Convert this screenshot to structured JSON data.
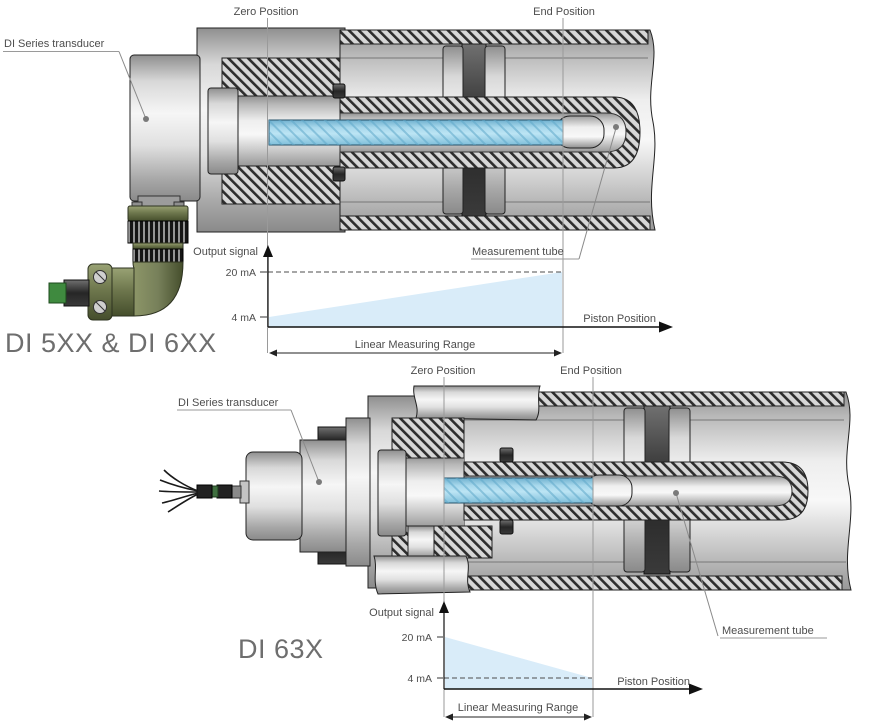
{
  "colors": {
    "label_text": "#4d4d4d",
    "title_text": "#6e6e6e",
    "axis": "#111111",
    "reference_line": "#9a9a9a",
    "graph_fill": "#d9ecf9",
    "measurement_tube_blue": "#8cc6e0",
    "hatch_background": "#d7d7d7",
    "hatch_line": "#2d2d2d",
    "connector_olive": "#6f784e",
    "connector_tip_green": "#3f8a3f",
    "metal_light": "#f2f2f2",
    "metal_dark": "#8a8a8a"
  },
  "top": {
    "title": "DI 5XX & DI 6XX",
    "labels": {
      "transducer": "DI Series transducer",
      "zero": "Zero Position",
      "end": "End Position",
      "tube": "Measurement tube"
    },
    "graph": {
      "y_axis": "Output signal",
      "y_max": "20 mA",
      "y_min": "4 mA",
      "x_axis": "Piston Position",
      "range": "Linear Measuring Range"
    }
  },
  "bottom": {
    "title": "DI 63X",
    "labels": {
      "transducer": "DI Series transducer",
      "zero": "Zero Position",
      "end": "End Position",
      "tube": "Measurement tube"
    },
    "graph": {
      "y_axis": "Output signal",
      "y_max": "20 mA",
      "y_min": "4 mA",
      "x_axis": "Piston Position",
      "range": "Linear Measuring Range"
    }
  },
  "chart_data": [
    {
      "type": "area",
      "title": "DI 5XX & DI 6XX output signal",
      "xlabel": "Piston Position",
      "ylabel": "Output signal",
      "x": [
        "Zero Position",
        "End Position"
      ],
      "y_mA": [
        4,
        20
      ],
      "y_ticks": [
        "4 mA",
        "20 mA"
      ],
      "annotation": "Linear Measuring Range",
      "grid": false,
      "note": "signal rises linearly from 4 mA at Zero Position to 20 mA at End Position; 20 mA level shown dashed"
    },
    {
      "type": "area",
      "title": "DI 63X output signal",
      "xlabel": "Piston Position",
      "ylabel": "Output signal",
      "x": [
        "Zero Position",
        "End Position"
      ],
      "y_mA": [
        20,
        4
      ],
      "y_ticks": [
        "4 mA",
        "20 mA"
      ],
      "annotation": "Linear Measuring Range",
      "grid": false,
      "note": "signal falls linearly from 20 mA at Zero Position to 4 mA at End Position; 4 mA level shown dashed"
    }
  ]
}
